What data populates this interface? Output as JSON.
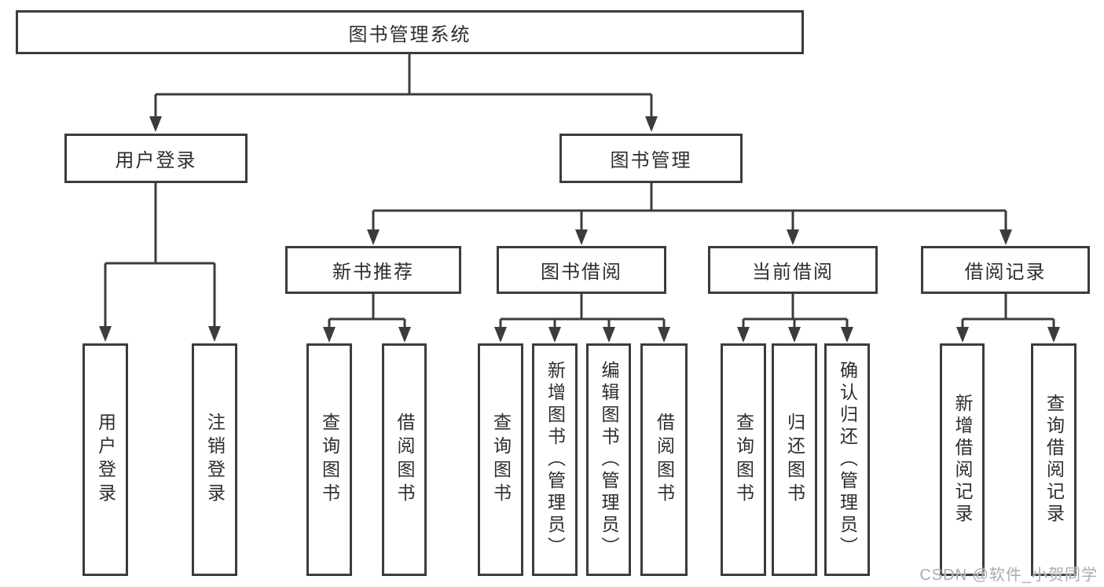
{
  "tree": {
    "root": {
      "label": "图书管理系统"
    },
    "branches": [
      {
        "label": "用户登录",
        "children": [
          "用户登录",
          "注销登录"
        ]
      },
      {
        "label": "图书管理",
        "sections": [
          {
            "label": "新书推荐",
            "children": [
              "查询图书",
              "借阅图书"
            ]
          },
          {
            "label": "图书借阅",
            "children": [
              "查询图书",
              "新增图书（管理员）",
              "编辑图书（管理员）",
              "借阅图书"
            ]
          },
          {
            "label": "当前借阅",
            "children": [
              "查询图书",
              "归还图书",
              "确认归还（管理员）"
            ]
          },
          {
            "label": "借阅记录",
            "children": [
              "新增借阅记录",
              "查询借阅记录"
            ]
          }
        ]
      }
    ]
  },
  "watermark": {
    "text": "CSDN @软件_小贺同学"
  },
  "colors": {
    "line": "#3c3c3c",
    "text": "#2e2e2e",
    "background": "#ffffff",
    "watermark": "#a9adb2"
  }
}
